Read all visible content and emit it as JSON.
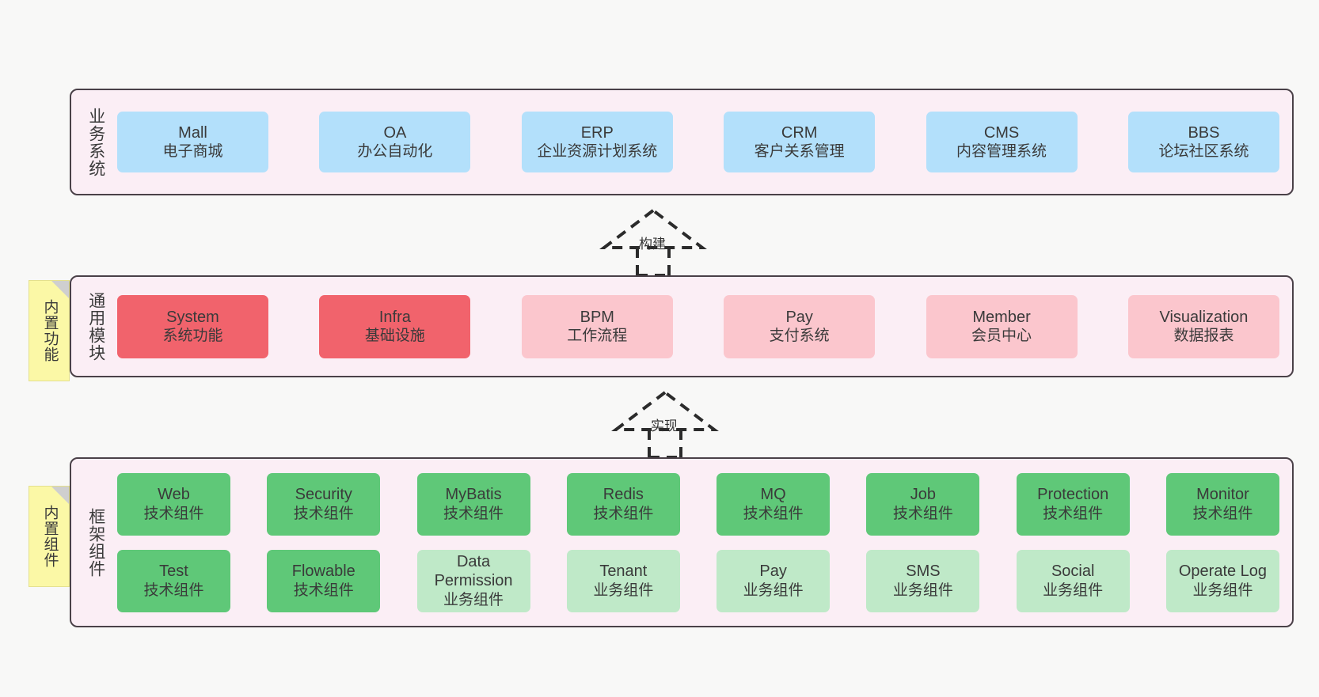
{
  "diagram": {
    "background": "#f8f8f7",
    "panel_fill": "#fbeef5",
    "panel_border": "#4a4148",
    "colors": {
      "business": "#b3e0fb",
      "module_core": "#f1636c",
      "module_optional": "#fbc6cd",
      "component_tech": "#5fc878",
      "component_biz": "#bfe9c8",
      "note": "#fbf8a6",
      "note_fold": "#cfcfcf"
    }
  },
  "layers": {
    "business": {
      "title": "业务系统",
      "items": [
        {
          "en": "Mall",
          "cn": "电子商城"
        },
        {
          "en": "OA",
          "cn": "办公自动化"
        },
        {
          "en": "ERP",
          "cn": "企业资源计划系统"
        },
        {
          "en": "CRM",
          "cn": "客户关系管理"
        },
        {
          "en": "CMS",
          "cn": "内容管理系统"
        },
        {
          "en": "BBS",
          "cn": "论坛社区系统"
        }
      ]
    },
    "modules": {
      "title": "通用模块",
      "note": "内置功能",
      "items": [
        {
          "en": "System",
          "cn": "系统功能",
          "style": "core"
        },
        {
          "en": "Infra",
          "cn": "基础设施",
          "style": "core"
        },
        {
          "en": "BPM",
          "cn": "工作流程",
          "style": "optional"
        },
        {
          "en": "Pay",
          "cn": "支付系统",
          "style": "optional"
        },
        {
          "en": "Member",
          "cn": "会员中心",
          "style": "optional"
        },
        {
          "en": "Visualization",
          "cn": "数据报表",
          "style": "optional"
        }
      ]
    },
    "framework": {
      "title": "框架组件",
      "note": "内置组件",
      "row1": [
        {
          "en": "Web",
          "cn": "技术组件",
          "style": "tech"
        },
        {
          "en": "Security",
          "cn": "技术组件",
          "style": "tech"
        },
        {
          "en": "MyBatis",
          "cn": "技术组件",
          "style": "tech"
        },
        {
          "en": "Redis",
          "cn": "技术组件",
          "style": "tech"
        },
        {
          "en": "MQ",
          "cn": "技术组件",
          "style": "tech"
        },
        {
          "en": "Job",
          "cn": "技术组件",
          "style": "tech"
        },
        {
          "en": "Protection",
          "cn": "技术组件",
          "style": "tech"
        },
        {
          "en": "Monitor",
          "cn": "技术组件",
          "style": "tech"
        }
      ],
      "row2": [
        {
          "en": "Test",
          "cn": "技术组件",
          "style": "tech"
        },
        {
          "en": "Flowable",
          "cn": "技术组件",
          "style": "tech"
        },
        {
          "en": "Data Permission",
          "cn": "业务组件",
          "style": "biz"
        },
        {
          "en": "Tenant",
          "cn": "业务组件",
          "style": "biz"
        },
        {
          "en": "Pay",
          "cn": "业务组件",
          "style": "biz"
        },
        {
          "en": "SMS",
          "cn": "业务组件",
          "style": "biz"
        },
        {
          "en": "Social",
          "cn": "业务组件",
          "style": "biz"
        },
        {
          "en": "Operate Log",
          "cn": "业务组件",
          "style": "biz"
        }
      ]
    }
  },
  "connectors": [
    {
      "label": "构建"
    },
    {
      "label": "实现"
    }
  ]
}
